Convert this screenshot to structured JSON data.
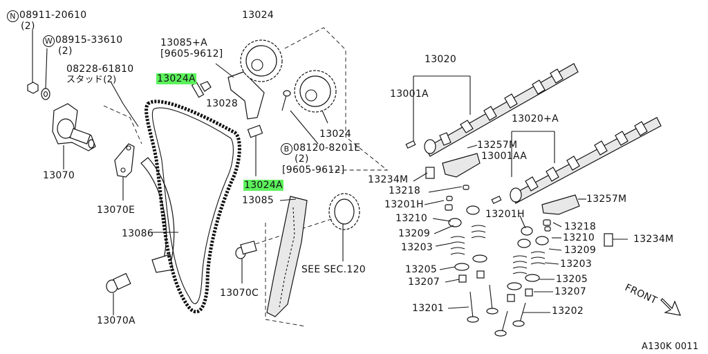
{
  "diagram": {
    "drawing_id": "A130K 0011",
    "direction_label": "FRONT",
    "labels": {
      "l_08911_20610": "08911-20610",
      "l_08911_qty": "(2)",
      "l_08915_33610": "08915-33610",
      "l_08915_qty": "(2)",
      "l_08228_61810": "08228-61810",
      "l_stud": "スタッド(2)",
      "l_13070": "13070",
      "l_13070E": "13070E",
      "l_13086": "13086",
      "l_13070A": "13070A",
      "l_13024A_top": "13024A",
      "l_13085A": "13085+A",
      "l_13085A_range": "[9605-9612]",
      "l_13024_top": "13024",
      "l_13028": "13028",
      "l_13024_mid": "13024",
      "l_08120_8201E": "08120-8201E",
      "l_08120_qty": "(2)",
      "l_08120_range": "[9605-9612]",
      "l_13024A_mid": "13024A",
      "l_13085": "13085",
      "l_13070C": "13070C",
      "l_see_sec": "SEE SEC.120",
      "l_13020": "13020",
      "l_13001A": "13001A",
      "l_13257M_top": "13257M",
      "l_13001AA": "13001AA",
      "l_13020A": "13020+A",
      "l_13234M_left": "13234M",
      "l_13218_left": "13218",
      "l_13201H_left": "13201H",
      "l_13210_left": "13210",
      "l_13209_left": "13209",
      "l_13203_left": "13203",
      "l_13205_left": "13205",
      "l_13207_left": "13207",
      "l_13201": "13201",
      "l_13257M_right": "13257M",
      "l_13201H_right": "13201H",
      "l_13218_right": "13218",
      "l_13210_right": "13210",
      "l_13234M_right": "13234M",
      "l_13209_right": "13209",
      "l_13203_right": "13203",
      "l_13205_right": "13205",
      "l_13207_right": "13207",
      "l_13202": "13202"
    },
    "callout_symbols": {
      "n": "N",
      "w": "W",
      "b": "B"
    },
    "highlight_color": "#5cf25c"
  }
}
